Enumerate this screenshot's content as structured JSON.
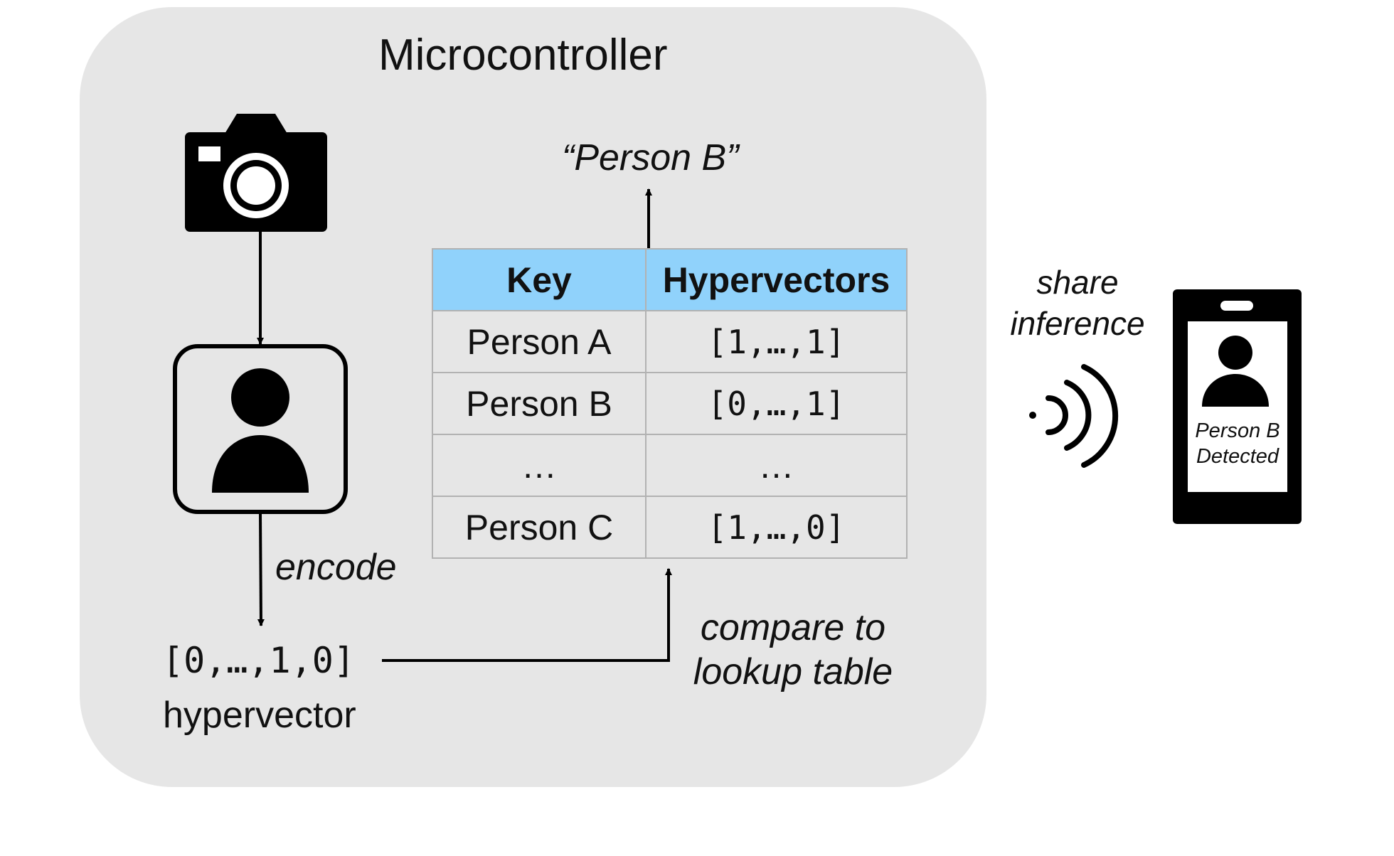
{
  "title": "Microcontroller",
  "result_label": "“Person B”",
  "encode_label": "encode",
  "hypervector": {
    "value": "[0,…,1,0]",
    "caption": "hypervector"
  },
  "compare_label": [
    "compare to",
    "lookup table"
  ],
  "share_label": [
    "share",
    "inference"
  ],
  "table": {
    "headers": [
      "Key",
      "Hypervectors"
    ],
    "rows": [
      [
        "Person A",
        "[1,…,1]"
      ],
      [
        "Person B",
        "[0,…,1]"
      ],
      [
        "…",
        "…"
      ],
      [
        "Person C",
        "[1,…,0]"
      ]
    ]
  },
  "phone_screen": [
    "Person B",
    "Detected"
  ],
  "colors": {
    "panel": "#e6e6e6",
    "table_header": "#90d2fb",
    "ink": "#000000"
  },
  "icons": [
    "camera-icon",
    "person-portrait-icon",
    "wireless-signal-icon",
    "phone-badge-icon",
    "person-icon"
  ]
}
